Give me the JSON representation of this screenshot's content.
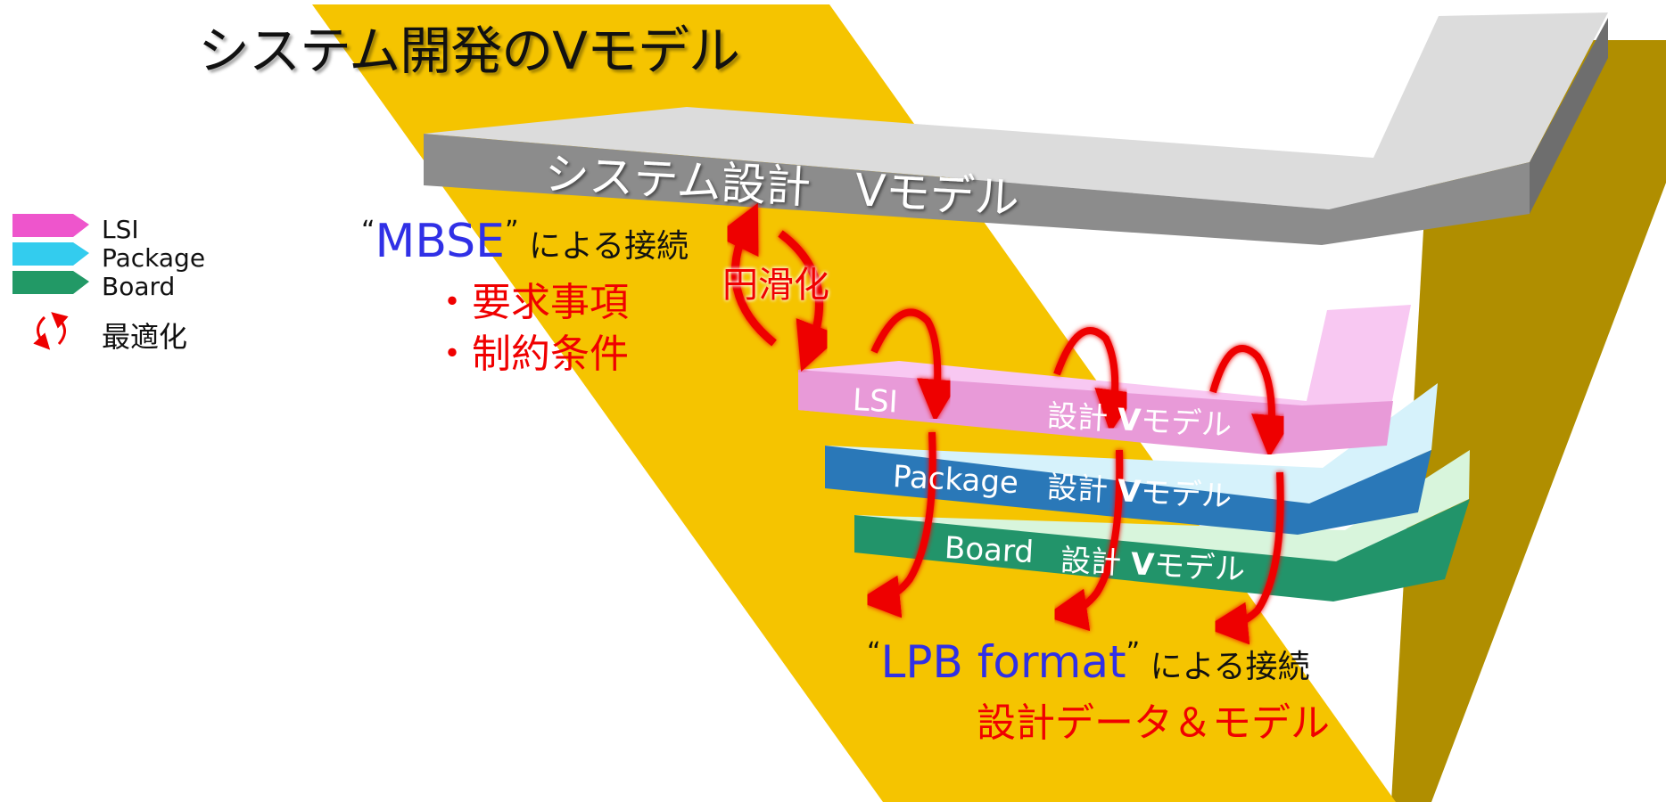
{
  "title": "システム開発のVモデル",
  "legend": {
    "items": [
      {
        "label": "LSI",
        "color": "#ee55cc"
      },
      {
        "label": "Package",
        "color": "#33ccee"
      },
      {
        "label": "Board",
        "color": "#229966"
      }
    ],
    "optimize_label": "最適化"
  },
  "system_layer": {
    "label": "システム設計　Vモデル"
  },
  "mbse": {
    "quote_open": "“",
    "name": "MBSE",
    "quote_close": "”",
    "suffix": " による接続",
    "items": [
      "・要求事項",
      "・制約条件"
    ]
  },
  "smoothing_label": "円滑化",
  "layers": {
    "lsi": {
      "name": "LSI",
      "design": "設計",
      "v": "V",
      "model": "モデル"
    },
    "package": {
      "name": "Package",
      "design": "設計",
      "v": "V",
      "model": "モデル"
    },
    "board": {
      "name": "Board",
      "design": "設計",
      "v": "V",
      "model": "モデル"
    }
  },
  "lpb": {
    "quote_open": "“",
    "name": "LPB format",
    "quote_close": "”",
    "suffix": " による接続",
    "subtitle": "設計データ＆モデル"
  },
  "colors": {
    "yellow": "#f5c400",
    "dark_yellow": "#b08e00",
    "accent_blue": "#3030e6",
    "accent_red": "#f00000"
  }
}
